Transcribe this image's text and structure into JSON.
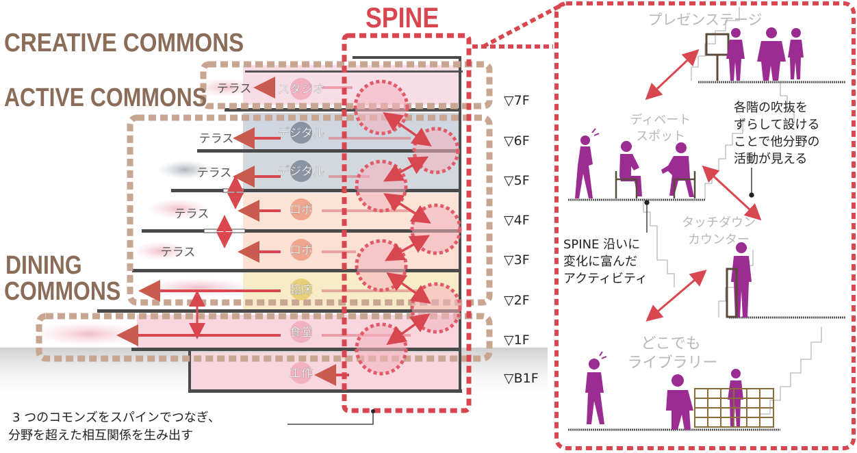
{
  "spine_title": "SPINE",
  "commons": {
    "creative": "CREATIVE COMMONS",
    "active": "ACTIVE COMMONS",
    "dining_line1": "DINING",
    "dining_line2": "COMMONS"
  },
  "floors": [
    "▽7F",
    "▽6F",
    "▽5F",
    "▽4F",
    "▽3F",
    "▽2F",
    "▽1F",
    "▽B1F"
  ],
  "terraces": [
    "テラス",
    "テラス",
    "テラス",
    "テラス",
    "テラス"
  ],
  "functions": [
    "スタジオ",
    "デジタル",
    "デジタル",
    "ロボ",
    "ロボ",
    "臨床",
    "食堂",
    "工作"
  ],
  "caption_line1": "3 つのコモンズをスパインでつなぎ、",
  "caption_line2": "分野を超えた相互関係を生み出す",
  "detail": {
    "presen_stage": "プレゼンステージ",
    "debate_line1": "ディベート",
    "debate_line2": "スポット",
    "touchdown_line1": "タッチダウン",
    "touchdown_line2": "カウンター",
    "library_line1": "どこでも",
    "library_line2": "ライブラリー",
    "void_note": [
      "各階の吹抜を",
      "ずらして設ける",
      "ことで他分野の",
      "活動が見える"
    ],
    "spine_note": [
      "SPINE 沿いに",
      "変化に富んだ",
      "アクティビティ"
    ]
  },
  "colors": {
    "spine_red": "#d8464f",
    "commons_brown": "#8b6c58",
    "figure_purple": "#9a2c92",
    "slab": "#4a4a4a"
  }
}
